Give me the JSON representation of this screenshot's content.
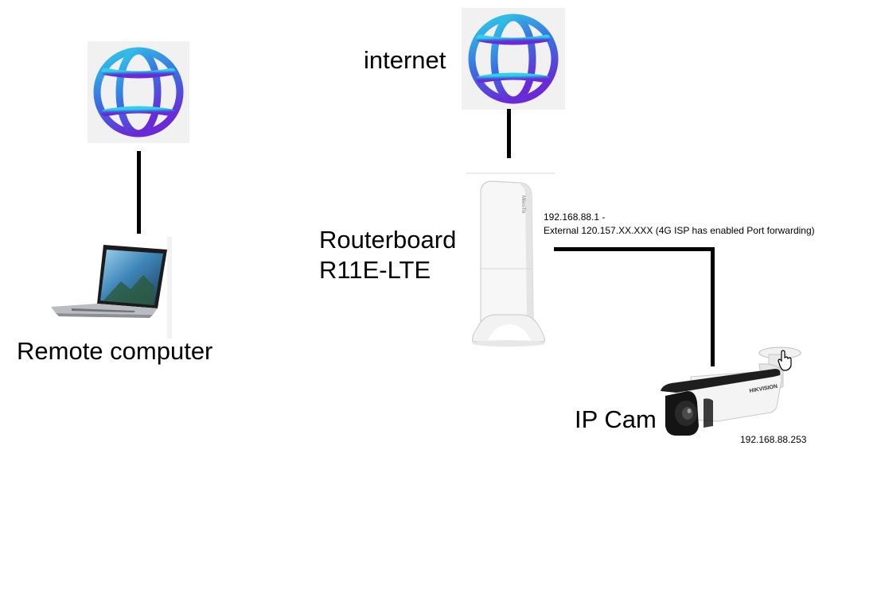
{
  "labels": {
    "internet": "internet",
    "router_line1": "Routerboard",
    "router_line2": "R11E-LTE",
    "remote_computer": "Remote computer",
    "ip_cam": "IP Cam",
    "router_ip_line1": "192.168.88.1 -",
    "router_ip_line2": "External 120.157.XX.XXX (4G ISP has enabled Port forwarding)",
    "cam_ip": "192.168.88.253",
    "router_brand": "MikroTik",
    "camera_brand": "HIKVISION"
  },
  "icons": {
    "globe_left": "globe-icon",
    "globe_right": "globe-icon",
    "laptop": "laptop-icon",
    "router": "router-icon",
    "camera": "camera-icon",
    "cursor": "hand-cursor-icon"
  },
  "colors": {
    "globe_top": "#2fd0e8",
    "globe_bottom": "#6a2bd6",
    "connector": "#000000"
  }
}
